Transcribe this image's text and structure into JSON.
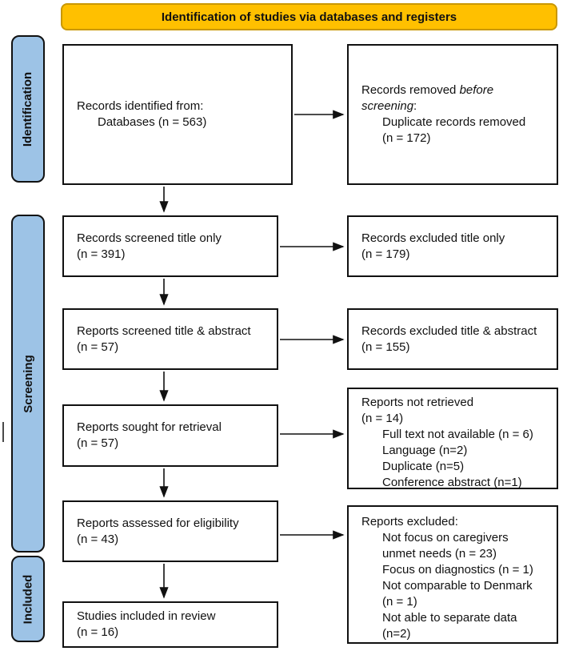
{
  "title": "Identification of studies via databases and registers",
  "stages": {
    "identification": "Identification",
    "screening": "Screening",
    "included": "Included"
  },
  "boxes": {
    "records_identified": {
      "lines": [
        "Records identified from:",
        "Databases (n = 563)"
      ]
    },
    "records_removed": {
      "l1a": "Records removed ",
      "l1b": "before",
      "l2a": "screening",
      "l2b": ":",
      "l3": "Duplicate records removed",
      "l4": "(n = 172)"
    },
    "screened_title": {
      "lines": [
        "Records screened title only",
        "(n = 391)"
      ]
    },
    "excluded_title": {
      "lines": [
        "Records excluded title only",
        "(n = 179)"
      ]
    },
    "screened_abstract": {
      "lines": [
        "Reports screened title & abstract",
        "(n = 57)"
      ]
    },
    "excluded_abstract": {
      "lines": [
        "Records excluded title & abstract",
        "(n = 155)"
      ]
    },
    "sought_retrieval": {
      "lines": [
        "Reports sought for retrieval",
        "(n = 57)"
      ]
    },
    "not_retrieved": {
      "lines": [
        "Reports not retrieved",
        "(n = 14)",
        "Full text not available (n = 6)",
        "Language (n=2)",
        "Duplicate (n=5)",
        "Conference abstract (n=1)"
      ]
    },
    "assessed": {
      "lines": [
        "Reports assessed for eligibility",
        "(n = 43)"
      ]
    },
    "reports_excluded": {
      "lines": [
        "Reports excluded:",
        "Not focus on caregivers",
        "unmet needs (n = 23)",
        "Focus on diagnostics (n = 1)",
        "Not comparable to Denmark",
        "(n = 1)",
        "Not able to separate data",
        "(n=2)"
      ]
    },
    "included_review": {
      "lines": [
        "Studies included in review",
        "(n = 16)"
      ]
    }
  },
  "colors": {
    "title_bg": "#FFC000",
    "title_border": "#C99700",
    "stage_bg": "#9DC3E6",
    "line_color": "#111111"
  }
}
